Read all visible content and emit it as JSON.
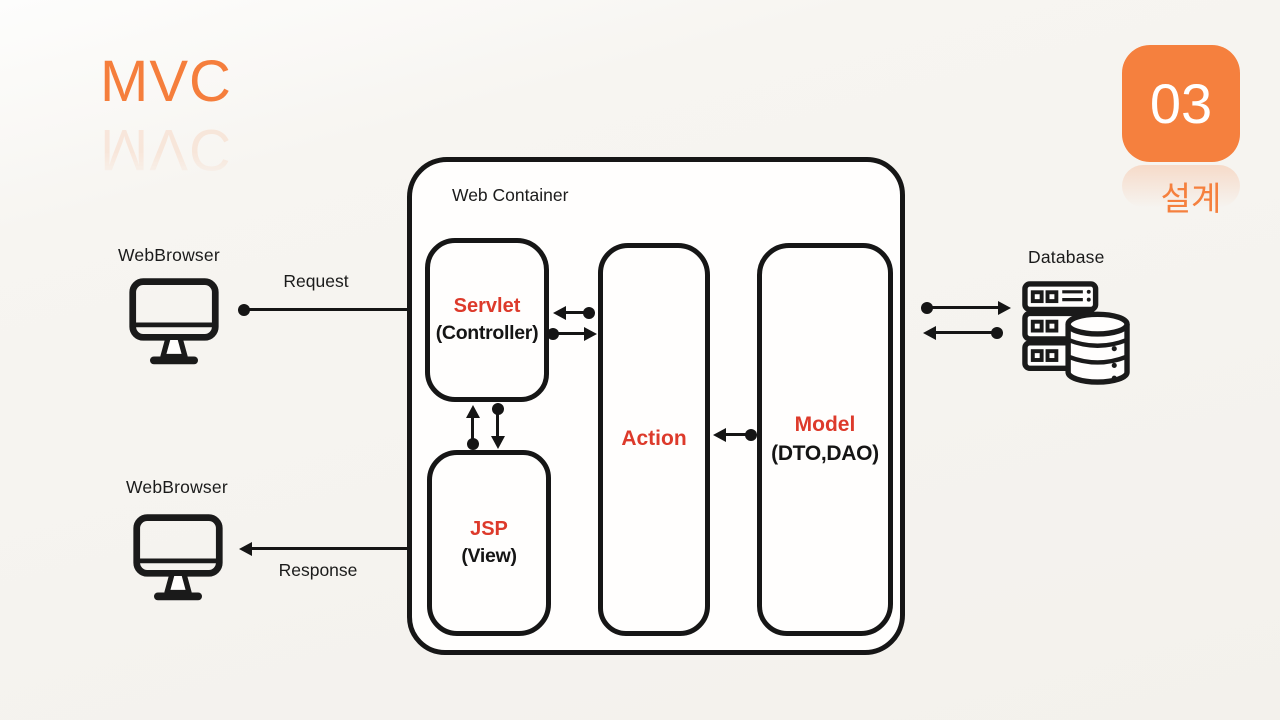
{
  "slide": {
    "title": "MVC",
    "chapter_badge": {
      "number": "03",
      "caption": "설계"
    },
    "colors": {
      "accent_orange": "#F5803E",
      "node_red": "#DD3A2B",
      "ink": "#151515",
      "background": "#F5F3EF"
    }
  },
  "diagram": {
    "container": {
      "label": "Web Container"
    },
    "nodes": {
      "servlet": {
        "title": "Servlet",
        "subtitle": "(Controller)"
      },
      "jsp": {
        "title": "JSP",
        "subtitle": "(View)"
      },
      "action": {
        "title": "Action"
      },
      "model": {
        "title": "Model",
        "subtitle": "(DTO,DAO)"
      }
    },
    "externals": {
      "browser_top": {
        "label": "WebBrowser",
        "icon": "monitor-icon"
      },
      "browser_bottom": {
        "label": "WebBrowser",
        "icon": "monitor-icon"
      },
      "database": {
        "label": "Database",
        "icon": "database-server-icon"
      }
    },
    "flows": {
      "request": {
        "label": "Request",
        "direction": "browser-to-servlet"
      },
      "response": {
        "label": "Response",
        "direction": "jsp-to-browser"
      },
      "servlet_action": {
        "direction": "bidirectional"
      },
      "servlet_jsp": {
        "direction": "bidirectional"
      },
      "model_action": {
        "direction": "model-to-action"
      },
      "container_database": {
        "direction": "bidirectional"
      }
    }
  }
}
